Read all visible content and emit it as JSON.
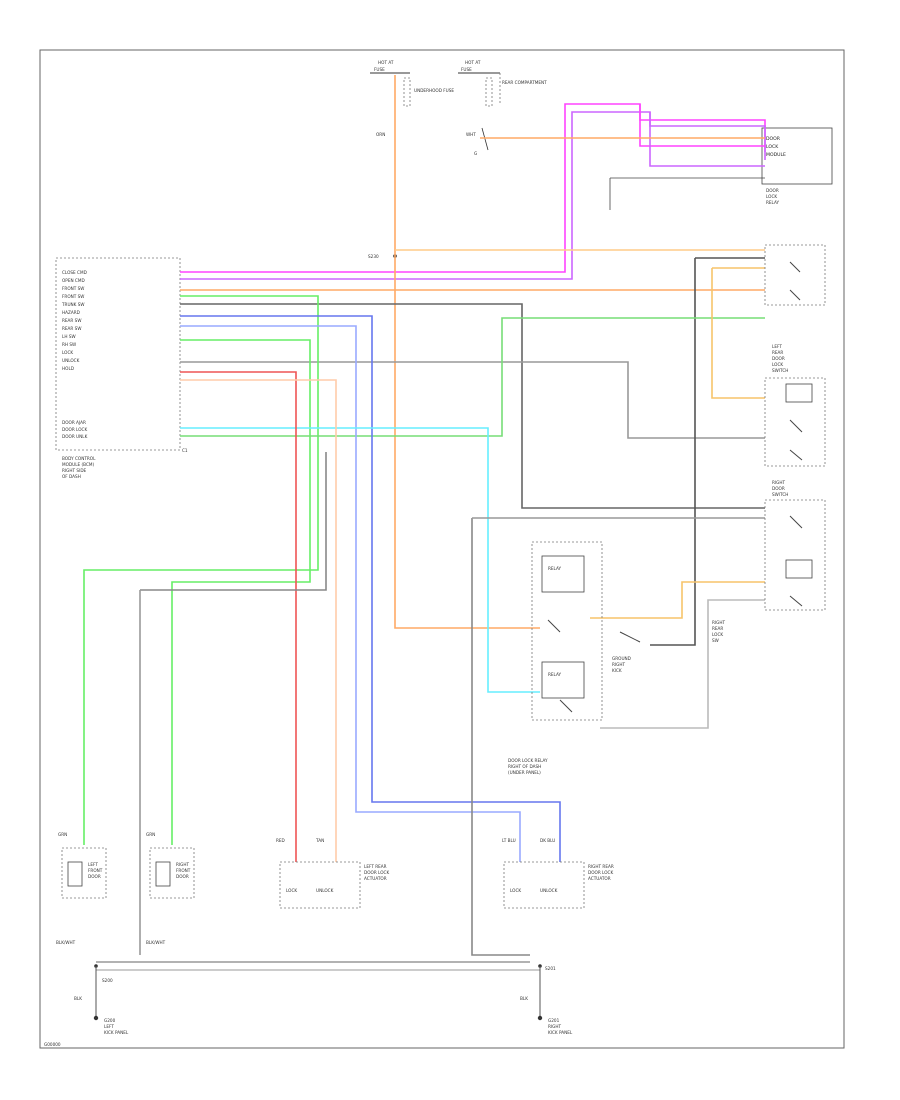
{
  "colors": {
    "pink": "#ff44ff",
    "violet": "#cc66ff",
    "orange": "#ffaa66",
    "tan": "#f7c46a",
    "green": "#66ee66",
    "ltgreen": "#99ee88",
    "blue": "#6677ee",
    "ltblue": "#99aaff",
    "cyan": "#66eeff",
    "red": "#ee5555",
    "peach": "#ffccaa",
    "gray": "#555555",
    "ltgray": "#aaaaaa",
    "frame": "#666666"
  },
  "top_labels": {
    "hot_a": "HOT AT",
    "hot_a_fuse": "FUSE",
    "hot_b": "HOT AT",
    "hot_b_fuse": "FUSE",
    "fuse_desc_a": "UNDERHOOD FUSE",
    "fuse_desc_b": "REAR COMPARTMENT",
    "wire_orn": "ORN",
    "wire_wht": "WHT",
    "ground_g": "G",
    "splice": "S230"
  },
  "bcm": {
    "pins": [
      "CLOSE CMD",
      "OPEN CMD",
      "FRONT SW",
      "FRONT SW",
      "TRUNK SW",
      "HAZARD",
      "REAR SW",
      "REAR SW",
      "LH SW",
      "RH SW",
      "LOCK",
      "UNLOCK",
      "HOLD"
    ],
    "pins2": [
      "DOOR AJAR",
      "DOOR LOCK",
      "DOOR UNLK"
    ],
    "caption_1": "BODY CONTROL",
    "caption_2": "MODULE (BCM)",
    "caption_3": "RIGHT SIDE",
    "caption_4": "OF DASH",
    "connector": "C1"
  },
  "right_labels": {
    "module_top_1": "DOOR",
    "module_top_2": "LOCK",
    "module_top_3": "MODULE",
    "relay_1": "DOOR",
    "relay_2": "LOCK",
    "relay_3": "RELAY",
    "right_cap_1": "LEFT",
    "right_cap_2": "REAR",
    "right_cap_3": "DOOR",
    "right_cap_4": "LOCK",
    "right_cap_5": "SWITCH",
    "rear_sw_1": "RIGHT",
    "rear_sw_2": "DOOR",
    "rear_sw_3": "SWITCH",
    "lower_rt_1": "RIGHT",
    "lower_rt_2": "REAR",
    "lower_rt_3": "LOCK",
    "lower_rt_4": "SW"
  },
  "center_labels": {
    "box_top": "RELAY",
    "box_bot": "RELAY",
    "assembly_1": "DOOR LOCK RELAY",
    "assembly_2": "RIGHT OF DASH",
    "assembly_3": "(UNDER PANEL)",
    "ground_1": "GROUND",
    "ground_2": "RIGHT",
    "ground_3": "KICK"
  },
  "actuators": {
    "lf_1": "LEFT",
    "lf_2": "FRONT",
    "lf_3": "DOOR",
    "rf_1": "RIGHT",
    "rf_2": "FRONT",
    "rf_3": "DOOR",
    "lr_1": "LEFT REAR",
    "lr_2": "DOOR LOCK",
    "lr_3": "ACTUATOR",
    "rr_1": "RIGHT REAR",
    "rr_2": "DOOR LOCK",
    "rr_3": "ACTUATOR",
    "lock": "LOCK",
    "unlock": "UNLOCK",
    "wire_grn": "GRN",
    "wire_blk": "BLK",
    "wire_red": "RED",
    "wire_tan": "TAN",
    "wire_lblu": "LT BLU",
    "wire_dblu": "DK BLU"
  },
  "bottom": {
    "g_left_1": "G200",
    "g_left_2": "LEFT",
    "g_left_3": "KICK PANEL",
    "g_right_1": "G201",
    "g_right_2": "RIGHT",
    "g_right_3": "KICK PANEL",
    "splice_l": "S200",
    "splice_r": "S201",
    "wire_blk": "BLK",
    "wire_blk2": "BLK/WHT",
    "code": "G00000"
  }
}
